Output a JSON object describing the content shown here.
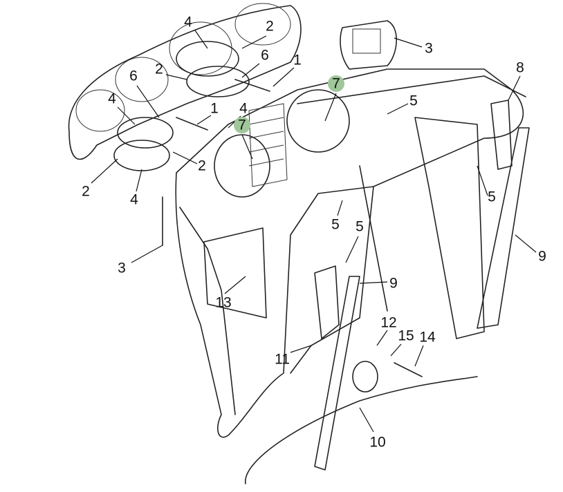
{
  "diagram": {
    "highlight_color": "#9fc79a",
    "callouts": [
      {
        "id": "c1",
        "label": "4"
      },
      {
        "id": "c2",
        "label": "2"
      },
      {
        "id": "c3",
        "label": "3"
      },
      {
        "id": "c4",
        "label": "8"
      },
      {
        "id": "c5",
        "label": "2"
      },
      {
        "id": "c6",
        "label": "6"
      },
      {
        "id": "c7",
        "label": "1"
      },
      {
        "id": "c8",
        "label": "6"
      },
      {
        "id": "c9",
        "label": "7",
        "highlighted": true
      },
      {
        "id": "c10",
        "label": "5"
      },
      {
        "id": "c11",
        "label": "4"
      },
      {
        "id": "c12",
        "label": "1"
      },
      {
        "id": "c13",
        "label": "4"
      },
      {
        "id": "c14",
        "label": "7",
        "highlighted": true
      },
      {
        "id": "c15",
        "label": "2"
      },
      {
        "id": "c16",
        "label": "2"
      },
      {
        "id": "c17",
        "label": "4"
      },
      {
        "id": "c18",
        "label": "5"
      },
      {
        "id": "c19",
        "label": "5"
      },
      {
        "id": "c20",
        "label": "5"
      },
      {
        "id": "c21",
        "label": "9"
      },
      {
        "id": "c22",
        "label": "3"
      },
      {
        "id": "c23",
        "label": "9"
      },
      {
        "id": "c24",
        "label": "13"
      },
      {
        "id": "c25",
        "label": "12"
      },
      {
        "id": "c26",
        "label": "15"
      },
      {
        "id": "c27",
        "label": "14"
      },
      {
        "id": "c28",
        "label": "11"
      },
      {
        "id": "c29",
        "label": "10"
      }
    ]
  }
}
